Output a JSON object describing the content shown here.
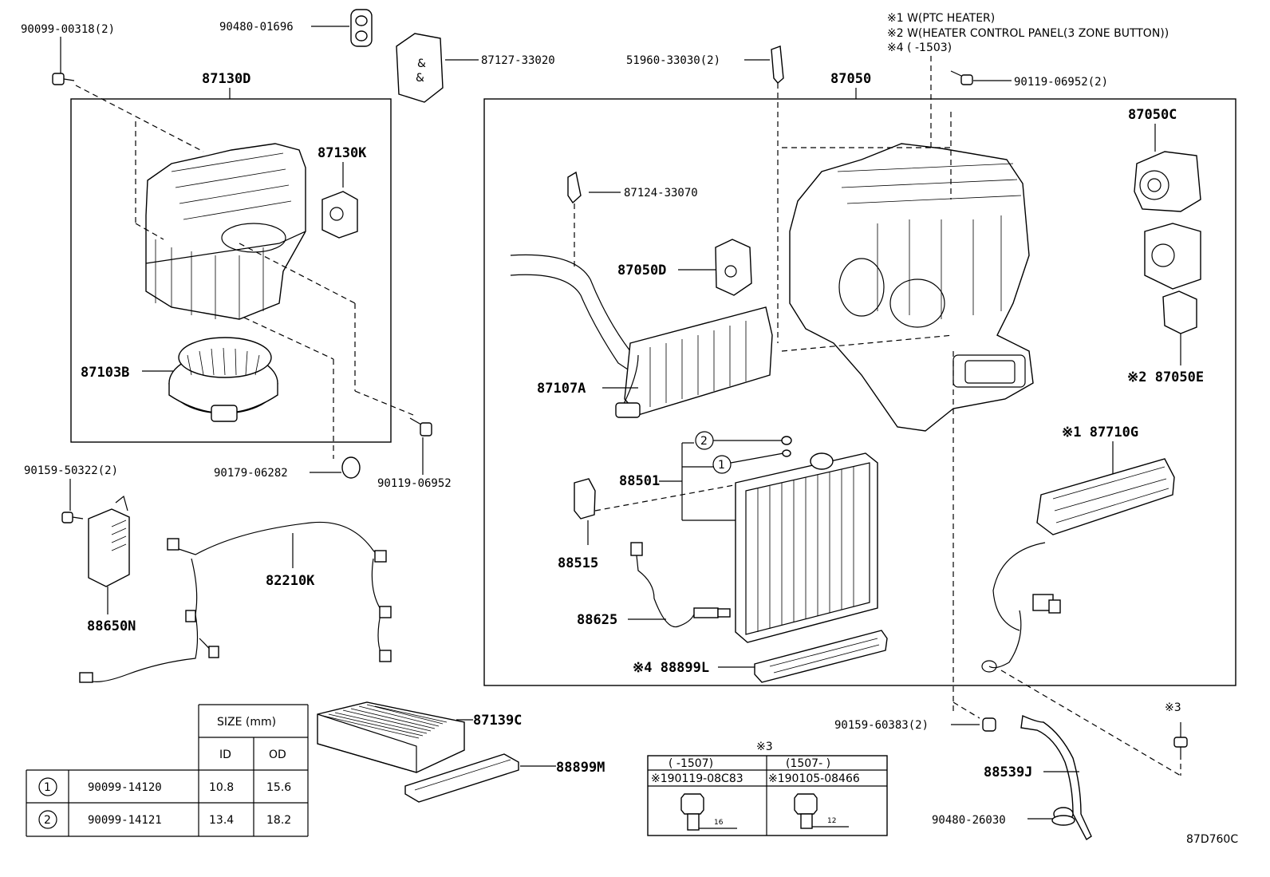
{
  "notes": {
    "n1": "※1 W(PTC HEATER)",
    "n2": "※2 W(HEATER CONTROL PANEL(3 ZONE BUTTON))",
    "n4": "※4 (      -1503)"
  },
  "labels": {
    "p90099_00318": "90099-00318(2)",
    "p90480_01696": "90480-01696",
    "p87127_33020": "87127-33020",
    "p51960_33030": "51960-33030(2)",
    "p87050": "87050",
    "p90119_06952_2": "90119-06952(2)",
    "p87130D": "87130D",
    "p87130K": "87130K",
    "p87103B": "87103B",
    "p90179_06282": "90179-06282",
    "p90119_06952": "90119-06952",
    "p87050C": "87050C",
    "p87124_33070": "87124-33070",
    "p87050D": "87050D",
    "p87107A": "87107A",
    "p87050E": "※2 87050E",
    "p87710G": "※1 87710G",
    "p88501": "88501",
    "p88515": "88515",
    "p88625": "88625",
    "p88899L": "※4 88899L",
    "p90159_50322": "90159-50322(2)",
    "p88650N": "88650N",
    "p82210K": "82210K",
    "p87139C": "87139C",
    "p88899M": "88899M",
    "p90159_60383": "90159-60383(2)",
    "p88539J": "88539J",
    "p90480_26030": "90480-26030",
    "p_star3": "※3",
    "callout1": "1",
    "callout2": "2",
    "diagram_code": "87D760C"
  },
  "size_table": {
    "header": "SIZE (mm)",
    "col_id": "ID",
    "col_od": "OD",
    "rows": [
      {
        "num": "1",
        "part": "90099-14120",
        "id": "10.8",
        "od": "15.6"
      },
      {
        "num": "2",
        "part": "90099-14121",
        "id": "13.4",
        "od": "18.2"
      }
    ]
  },
  "bolt_table": {
    "title": "※3",
    "col1_range": "(     -1507)",
    "col2_range": "(1507-      )",
    "col1_part": "※190119-08C83",
    "col2_part": "※190105-08466",
    "col1_dim": "16",
    "col2_dim": "12"
  }
}
